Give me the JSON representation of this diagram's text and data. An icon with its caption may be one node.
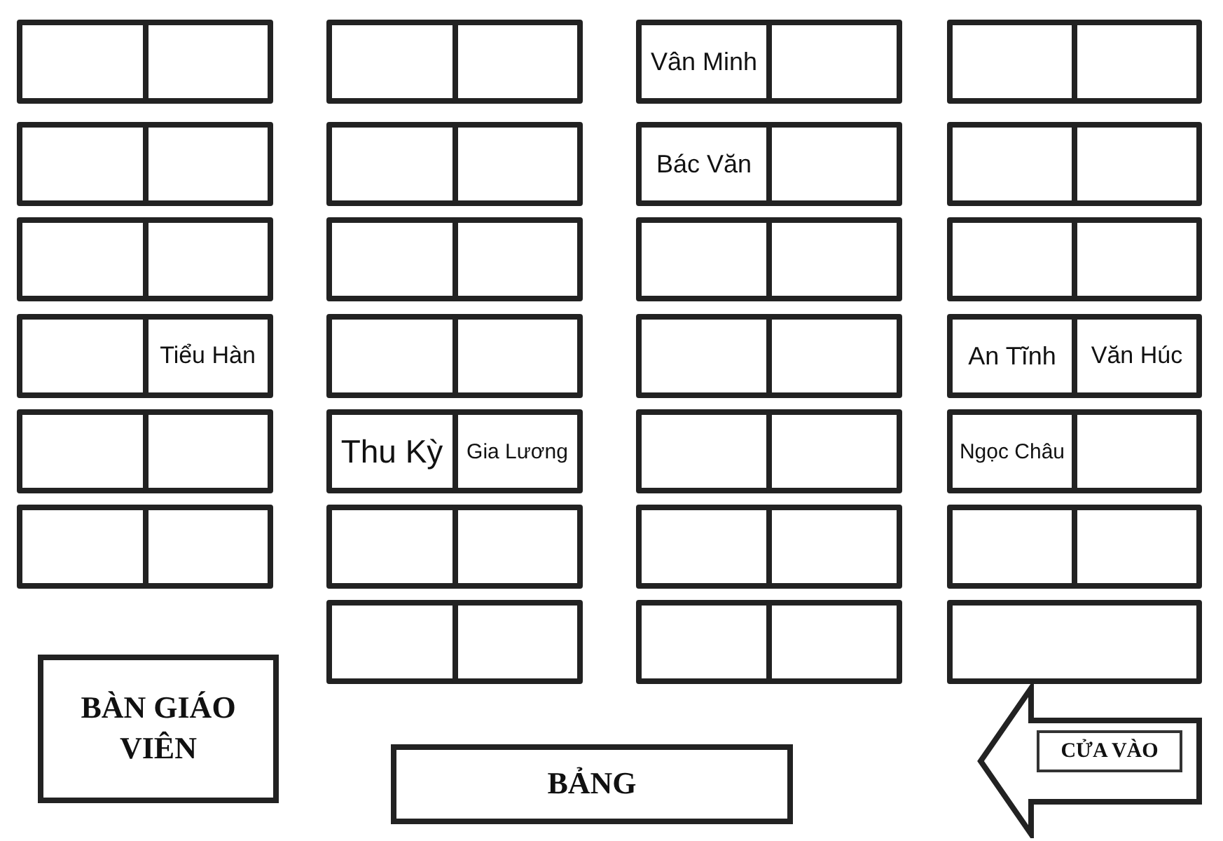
{
  "diagram": {
    "nodes": [
      {
        "text": [],
        "shape": "box"
      },
      {
        "text": [],
        "shape": "box"
      },
      {
        "text": [],
        "shape": "box"
      },
      {
        "text": [],
        "shape": "box"
      },
      {
        "text": [
          "Vân Minh"
        ]
      },
      {
        "text": [],
        "shape": "box"
      },
      {
        "text": [],
        "shape": "box"
      },
      {
        "text": [],
        "shape": "box"
      },
      {
        "text": [],
        "shape": "box"
      },
      {
        "text": [],
        "shape": "box"
      },
      {
        "text": [],
        "shape": "box"
      },
      {
        "text": [],
        "shape": "box"
      },
      {
        "text": [
          "Bác Văn"
        ]
      },
      {
        "text": [],
        "shape": "box"
      },
      {
        "text": [],
        "shape": "box"
      },
      {
        "text": [],
        "shape": "box"
      },
      {
        "text": [],
        "shape": "box"
      },
      {
        "text": [],
        "shape": "box"
      },
      {
        "text": [],
        "shape": "box"
      },
      {
        "text": [],
        "shape": "box"
      },
      {
        "text": [],
        "shape": "box"
      },
      {
        "text": [],
        "shape": "box"
      },
      {
        "text": [],
        "shape": "box"
      },
      {
        "text": [],
        "shape": "box"
      },
      {
        "text": [],
        "shape": "box"
      },
      {
        "text": [
          "Tiểu Hàn"
        ]
      },
      {
        "text": [],
        "shape": "box"
      },
      {
        "text": [],
        "shape": "box"
      },
      {
        "text": [],
        "shape": "box"
      },
      {
        "text": [],
        "shape": "box"
      },
      {
        "text": [
          "An Tĩnh"
        ]
      },
      {
        "text": [
          "Văn Húc"
        ]
      },
      {
        "text": [],
        "shape": "box"
      },
      {
        "text": [],
        "shape": "box"
      },
      {
        "text": [
          "Thu Kỳ"
        ]
      },
      {
        "text": [
          "Gia Lương"
        ]
      },
      {
        "text": [],
        "shape": "box"
      },
      {
        "text": [],
        "shape": "box"
      },
      {
        "text": [
          "Ngọc Châu"
        ]
      },
      {
        "text": [],
        "shape": "box"
      },
      {
        "text": [],
        "shape": "box"
      },
      {
        "text": [],
        "shape": "box"
      },
      {
        "text": [],
        "shape": "box"
      },
      {
        "text": [],
        "shape": "box"
      },
      {
        "text": [],
        "shape": "box"
      },
      {
        "text": [],
        "shape": "box"
      },
      {
        "text": [],
        "shape": "box"
      },
      {
        "text": [],
        "shape": "box"
      },
      {
        "text": [],
        "shape": "box"
      },
      {
        "text": [],
        "shape": "box"
      },
      {
        "text": [],
        "shape": "box"
      },
      {
        "text": [],
        "shape": "box"
      },
      {
        "text": [],
        "shape": "box"
      },
      {
        "text": [
          "BÀN GIÁO VIÊN"
        ]
      },
      {
        "text": [
          "BẢNG"
        ]
      },
      {
        "text": [
          "CỬA VÀO"
        ]
      }
    ]
  }
}
